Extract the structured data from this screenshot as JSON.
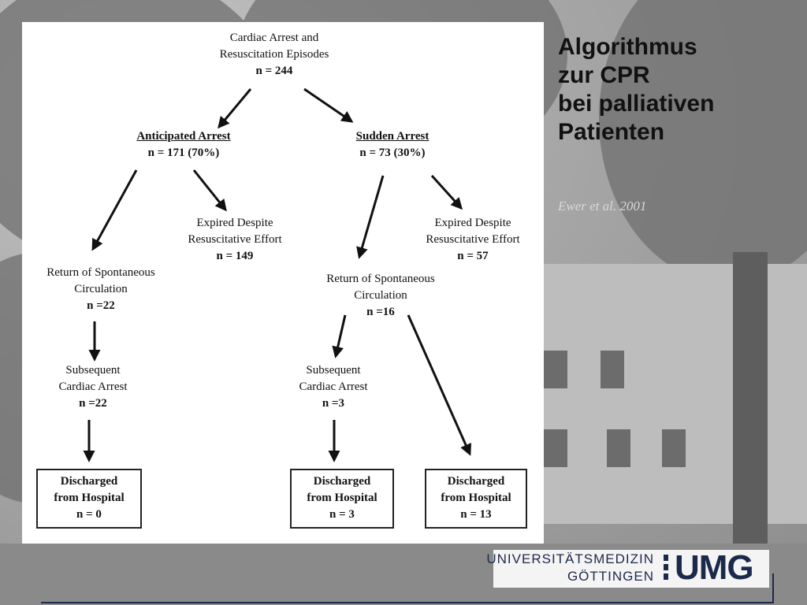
{
  "slide": {
    "title_lines": [
      "Algorithmus",
      "zur CPR",
      "bei palliativen",
      "Patienten"
    ],
    "citation": "Ewer et al. 2001"
  },
  "diagram": {
    "root": {
      "line1": "Cardiac Arrest and",
      "line2": "Resuscitation Episodes",
      "n": "n = 244"
    },
    "anticipated": {
      "label": "Anticipated Arrest",
      "n": "n = 171 (70%)"
    },
    "sudden": {
      "label": "Sudden Arrest",
      "n": "n = 73 (30%)"
    },
    "expired_a": {
      "line1": "Expired Despite",
      "line2": "Resuscitative Effort",
      "n": "n = 149"
    },
    "expired_s": {
      "line1": "Expired Despite",
      "line2": "Resuscitative Effort",
      "n": "n = 57"
    },
    "rosc_a": {
      "line1": "Return of Spontaneous",
      "line2": "Circulation",
      "n": "n =22"
    },
    "rosc_s": {
      "line1": "Return of Spontaneous",
      "line2": "Circulation",
      "n": "n =16"
    },
    "subseq_a": {
      "line1": "Subsequent",
      "line2": "Cardiac Arrest",
      "n": "n =22"
    },
    "subseq_s": {
      "line1": "Subsequent",
      "line2": "Cardiac Arrest",
      "n": "n =3"
    },
    "disch_1": {
      "line1": "Discharged",
      "line2": "from Hospital",
      "n": "n = 0"
    },
    "disch_2": {
      "line1": "Discharged",
      "line2": "from Hospital",
      "n": "n = 3"
    },
    "disch_3": {
      "line1": "Discharged",
      "line2": "from Hospital",
      "n": "n = 13"
    }
  },
  "logo": {
    "line1": "UNIVERSITÄTSMEDIZIN",
    "line2": "GÖTTINGEN",
    "mark": "UMG",
    "color": "#1b2a4a"
  }
}
